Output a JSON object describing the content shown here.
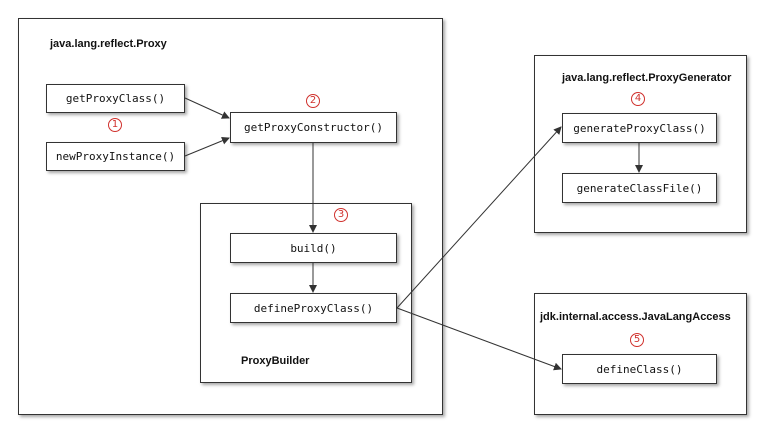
{
  "colors": {
    "border": "#333333",
    "step": "#d0312d",
    "text": "#111111"
  },
  "frames": {
    "proxy": "java.lang.reflect.Proxy",
    "builder": "ProxyBuilder",
    "generator": "java.lang.reflect.ProxyGenerator",
    "access": "jdk.internal.access.JavaLangAccess"
  },
  "nodes": {
    "getProxyClass": "getProxyClass()",
    "newProxyInstance": "newProxyInstance()",
    "getProxyConstructor": "getProxyConstructor()",
    "build": "build()",
    "defineProxyClass": "defineProxyClass()",
    "generateProxyClass": "generateProxyClass()",
    "generateClassFile": "generateClassFile()",
    "defineClass": "defineClass()"
  },
  "steps": {
    "s1": "1",
    "s2": "2",
    "s3": "3",
    "s4": "4",
    "s5": "5"
  }
}
